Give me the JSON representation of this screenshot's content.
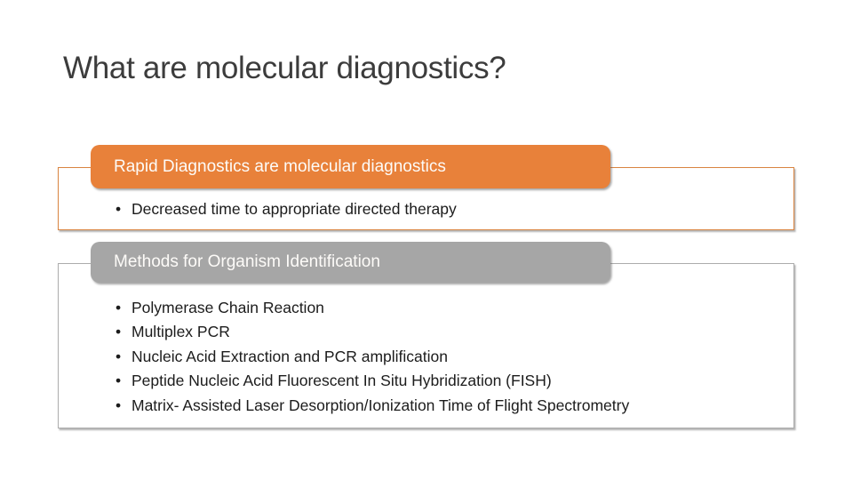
{
  "slide": {
    "title": "What are molecular diagnostics?",
    "colors": {
      "background": "#ffffff",
      "title_text": "#3c3c3c",
      "body_text": "#1c1c1c",
      "header_text": "#fdfbf8",
      "orange_accent": "#e8813a",
      "orange_border": "#d98440",
      "gray_accent": "#a6a6a6",
      "gray_border": "#acacac"
    },
    "sections": [
      {
        "header_label": "Rapid Diagnostics are molecular diagnostics",
        "header_color": "#e8813a",
        "border_color": "#d98440",
        "bullet_glyph": "•",
        "bullets": [
          "Decreased time to appropriate directed therapy"
        ]
      },
      {
        "header_label": "Methods for Organism Identification",
        "header_color": "#a6a6a6",
        "border_color": "#acacac",
        "bullet_glyph": "•",
        "bullets": [
          "Polymerase Chain Reaction",
          "Multiplex PCR",
          "Nucleic Acid Extraction and PCR amplification",
          "Peptide Nucleic Acid Fluorescent In Situ Hybridization (FISH)",
          "Matrix- Assisted Laser Desorption/Ionization Time of Flight Spectrometry"
        ]
      }
    ]
  }
}
